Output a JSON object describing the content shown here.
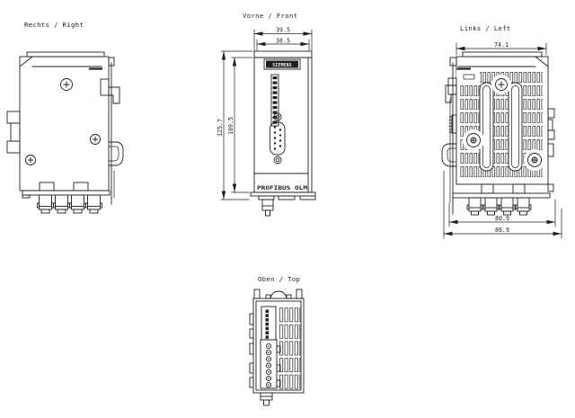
{
  "colors": {
    "ink": "#1f1f1f",
    "paper": "#ffffff"
  },
  "drawing": {
    "views": {
      "right": {
        "label": "Rechts / Right"
      },
      "front": {
        "label": "Vorne / Front",
        "brand": "SIEMENS",
        "product": "PROFIBUS OLM",
        "dims": {
          "outer_width": "39.5",
          "inner_width": "38.5",
          "outer_height": "125.7",
          "inner_height": "109.5"
        }
      },
      "left": {
        "label": "Links / Left",
        "dims": {
          "top_width": "74.1",
          "bottom_inner_width": "80.9",
          "bottom_outer_width": "86.9"
        }
      },
      "top": {
        "label": "Oben / Top"
      }
    }
  }
}
